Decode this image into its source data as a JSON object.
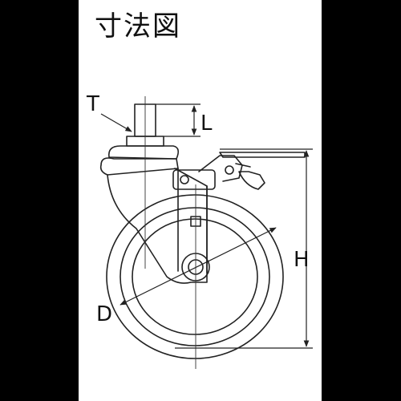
{
  "title": "寸法図",
  "labels": {
    "T": "T",
    "L": "L",
    "H": "H",
    "D": "D"
  },
  "colors": {
    "background": "#000000",
    "panel": "#ffffff",
    "line": "#222222",
    "dim_line": "#333333"
  }
}
